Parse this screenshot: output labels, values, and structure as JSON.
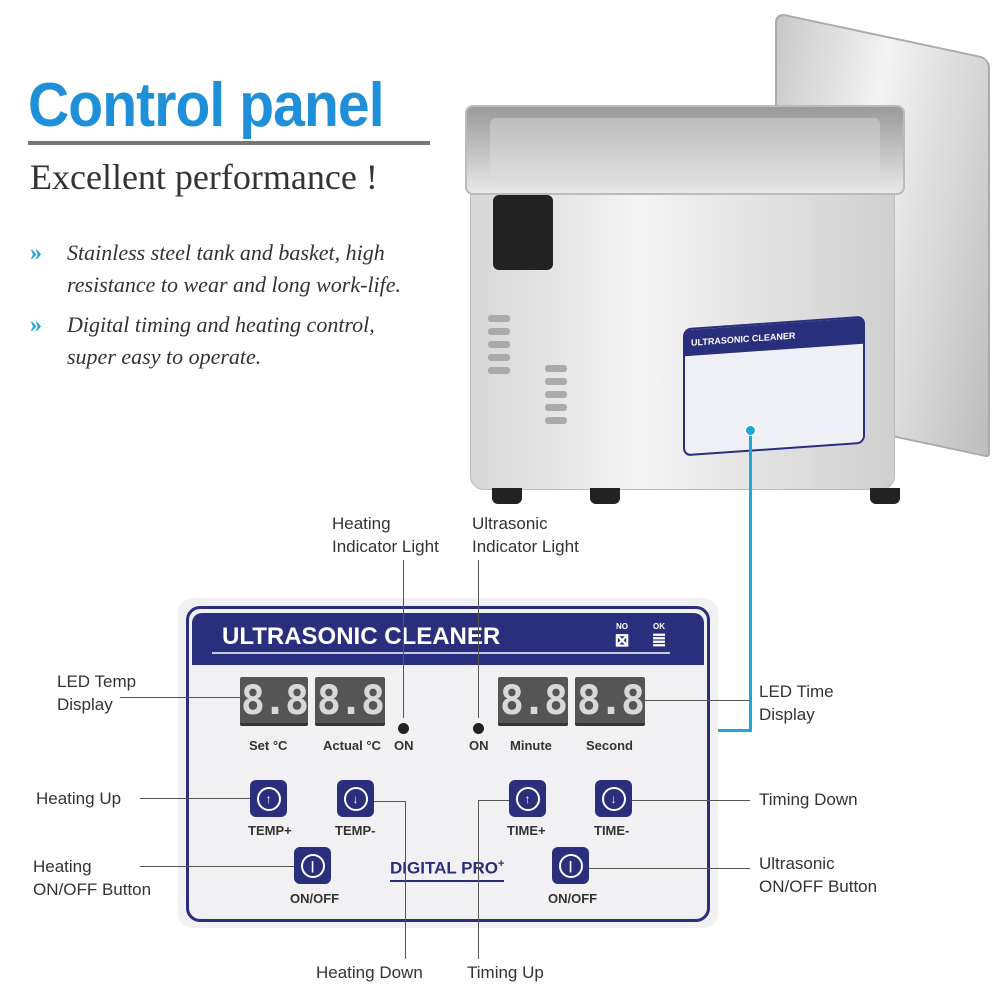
{
  "header": {
    "title": "Control panel",
    "subtitle": "Excellent performance !"
  },
  "features": [
    {
      "line1": "Stainless steel tank and basket, high",
      "line2": "resistance to wear and long work-life."
    },
    {
      "line1": "Digital timing and heating control,",
      "line2": "super easy to operate."
    }
  ],
  "bullet_icon": "double-chevron-right-icon",
  "product_panel_label": "ULTRASONIC CLEANER",
  "panel": {
    "title": "ULTRASONIC CLEANER",
    "symbols": [
      {
        "label": "NO"
      },
      {
        "label": "OK"
      }
    ],
    "displays": {
      "glyph": "8.8"
    },
    "labels": {
      "set": "Set  °C",
      "actual": "Actual °C",
      "heat_on": "ON",
      "ultra_on": "ON",
      "minute": "Minute",
      "second": "Second"
    },
    "buttons": {
      "temp_up": "TEMP+",
      "temp_down": "TEMP-",
      "time_up": "TIME+",
      "time_down": "TIME-",
      "heat_onoff": "ON/OFF",
      "ultra_onoff": "ON/OFF"
    },
    "brand": "DIGITAL PRO",
    "brand_sup": "+"
  },
  "callouts": {
    "heating_indicator": [
      "Heating",
      "Indicator Light"
    ],
    "ultrasonic_indicator": [
      "Ultrasonic",
      "Indicator Light"
    ],
    "led_temp": [
      "LED Temp",
      "Display"
    ],
    "led_time": [
      "LED Time",
      "Display"
    ],
    "heating_up": "Heating Up",
    "timing_down": "Timing Down",
    "heating_onoff": [
      "Heating",
      "ON/OFF Button"
    ],
    "ultrasonic_onoff": [
      "Ultrasonic",
      "ON/OFF Button"
    ],
    "heating_down": "Heating Down",
    "timing_up": "Timing Up"
  },
  "colors": {
    "title_blue": "#1e8fd8",
    "panel_navy": "#2a2f7d",
    "accent_cyan": "#1fa6d8"
  }
}
